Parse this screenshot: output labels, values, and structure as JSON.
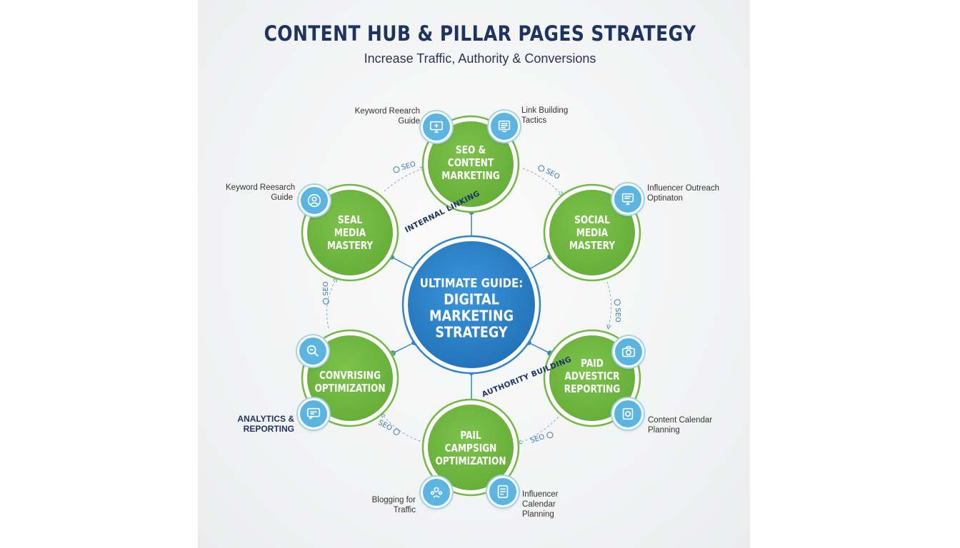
{
  "header": {
    "title": "CONTENT HUB & PILLAR PAGES STRATEGY",
    "subtitle": "Increase Traffic, Authority & Conversions"
  },
  "hub": {
    "line1": "ULTIMATE GUIDE:",
    "line2": "DIGITAL",
    "line3": "MARKETING",
    "line4": "STRATEGY"
  },
  "pillars": [
    {
      "id": "top",
      "lines": [
        "SEO &",
        "CONTENT",
        "MARKETING"
      ]
    },
    {
      "id": "upper-left",
      "lines": [
        "SEAL",
        "MEDIA",
        "MASTERY"
      ]
    },
    {
      "id": "upper-right",
      "lines": [
        "SOCIAL",
        "MEDIA",
        "MASTERY"
      ]
    },
    {
      "id": "lower-left",
      "lines": [
        "CONVRISING",
        "OPTIMIZATION"
      ]
    },
    {
      "id": "lower-right",
      "lines": [
        "PAID",
        "ADVESTICR",
        "REPORTING"
      ]
    },
    {
      "id": "bottom",
      "lines": [
        "PAIL",
        "CAMPSIGN",
        "OPTIMIZATION"
      ]
    }
  ],
  "annotations": {
    "a1": [
      "Keyword Reearch",
      "Guide"
    ],
    "a2": [
      "Link Building",
      "Tactics"
    ],
    "a3": [
      "Keyword Reesarch",
      "Guide"
    ],
    "a4": [
      "Influencer Outreach",
      "Optinaton"
    ],
    "a5": [
      "ANALYTICS &",
      "REPORTING"
    ],
    "a6": [
      "Content Calendar",
      "Planning"
    ],
    "a7": [
      "Blogging for",
      "Traffic"
    ],
    "a8": [
      "Influencer",
      "Calendar",
      "Planning"
    ]
  },
  "connectors": {
    "internal_linking": "INTERNAL LINKING",
    "authority_building": "AUTHORITY BUILDING",
    "seo": "SEO"
  },
  "colors": {
    "pillar_green": "#72b843",
    "hub_blue": "#2f84cc",
    "icon_blue": "#5bb5e0",
    "title_navy": "#1d3461"
  },
  "icons": {
    "i1": "monitor-icon",
    "i2": "document-list-icon",
    "i3": "user-profile-icon",
    "i4": "presentation-icon",
    "i5": "search-icon",
    "i6": "chat-icon",
    "i7": "camera-icon",
    "i8": "calendar-icon",
    "i9": "team-icon",
    "i10": "notes-icon"
  }
}
